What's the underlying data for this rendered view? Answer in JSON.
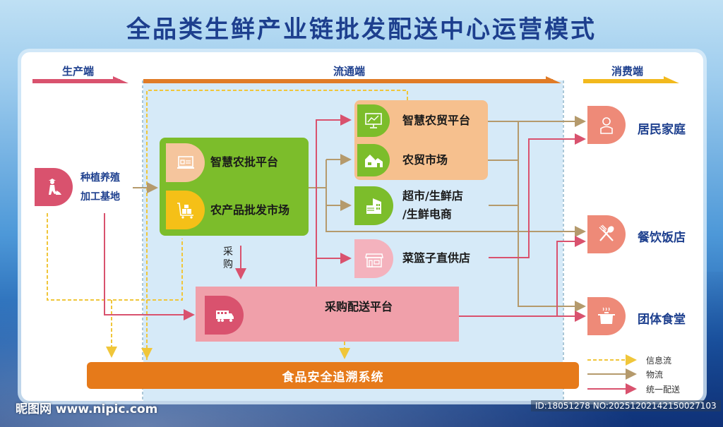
{
  "title": "全品类生鲜产业链批发配送中心运营模式",
  "sections": {
    "production": "生产端",
    "circulation": "流通端",
    "consumption": "消费端"
  },
  "producer": {
    "line1": "种植养殖",
    "line2": "加工基地",
    "icon": "farmer-icon"
  },
  "wholesale_group": {
    "items": [
      {
        "label": "智慧农批平台",
        "icon": "laptop-shop-icon"
      },
      {
        "label": "农产品批发市场",
        "icon": "cart-boxes-icon"
      }
    ]
  },
  "market_group": {
    "items": [
      {
        "label": "智慧农贸平台",
        "icon": "monitor-chart-icon"
      },
      {
        "label": "农贸市场",
        "icon": "houses-icon"
      }
    ]
  },
  "supermarket": {
    "line1": "超市/生鲜店",
    "line2": "/生鲜电商",
    "icon": "building-icon"
  },
  "direct_store": {
    "label": "菜篮子直供店",
    "icon": "storefront-icon"
  },
  "purchase_label": {
    "line1": "采",
    "line2": "购"
  },
  "distribution_platform": {
    "label": "采购配送平台",
    "icon": "truck-icon"
  },
  "consumers": [
    {
      "label": "居民家庭",
      "icon": "person-icon"
    },
    {
      "label": "餐饮饭店",
      "icon": "fork-spoon-icon"
    },
    {
      "label": "团体食堂",
      "icon": "cooking-pot-icon"
    }
  ],
  "traceability": "食品安全追溯系统",
  "legend": [
    {
      "label": "信息流",
      "style": "dashed",
      "color": "#f0c63a"
    },
    {
      "label": "物流",
      "style": "solid",
      "color": "#b59a6c"
    },
    {
      "label": "统一配送",
      "style": "solid",
      "color": "#d9526e"
    }
  ],
  "colors": {
    "title": "#1d3f8e",
    "production_arrow": "#d9526e",
    "circulation_arrow": "#e07b26",
    "consumption_arrow": "#f2b91d",
    "green_box": "#7cbd2b",
    "peach_box": "#f6c08e",
    "pink_box": "#f0a0aa",
    "consumer_icon": "#ee8a78",
    "traceability": "#e67a1a"
  },
  "watermark": {
    "left": "昵图网 www.nipic.com",
    "right": "ID:18051278 NO:20251202142150027103"
  }
}
